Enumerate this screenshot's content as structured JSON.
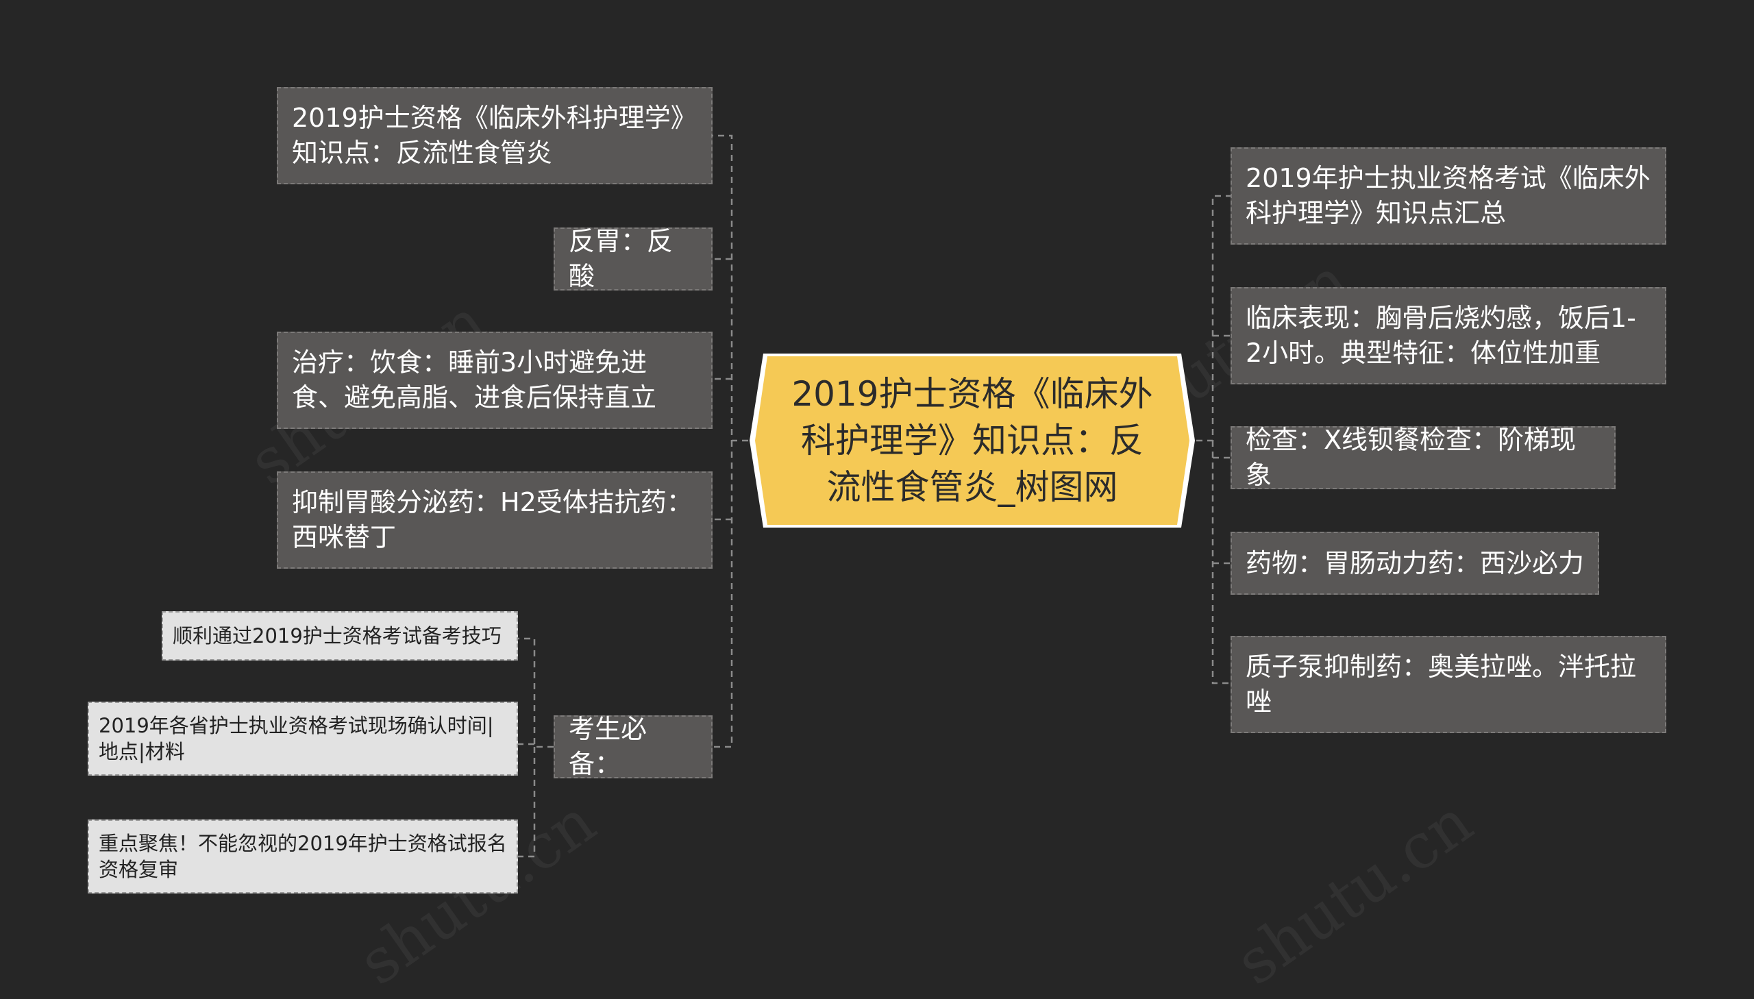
{
  "colors": {
    "background": "#262626",
    "center_fill": "#f5c955",
    "node_fill": "#595756",
    "leaf_fill": "#e2e2e2",
    "connector": "#8a8a8a"
  },
  "center": {
    "label": "2019护士资格《临床外科护理学》知识点：反流性食管炎_树图网"
  },
  "left_nodes": [
    {
      "label": "2019护士资格《临床外科护理学》知识点：反流性食管炎"
    },
    {
      "label": "反胃：反酸"
    },
    {
      "label": "治疗：饮食：睡前3小时避免进食、避免高脂、进食后保持直立"
    },
    {
      "label": "抑制胃酸分泌药：H2受体拮抗药：西咪替丁"
    },
    {
      "label": "考生必备："
    }
  ],
  "sub_nodes": [
    {
      "label": "顺利通过2019护士资格考试备考技巧"
    },
    {
      "label": "2019年各省护士执业资格考试现场确认时间|地点|材料"
    },
    {
      "label": "重点聚焦！不能忽视的2019年护士资格试报名资格复审"
    }
  ],
  "right_nodes": [
    {
      "label": "2019年护士执业资格考试《临床外科护理学》知识点汇总"
    },
    {
      "label": "临床表现：胸骨后烧灼感，饭后1-2小时。典型特征：体位性加重"
    },
    {
      "label": "检查：X线钡餐检查：阶梯现象"
    },
    {
      "label": "药物：胃肠动力药：西沙必力"
    },
    {
      "label": "质子泵抑制药：奥美拉唑。泮托拉唑"
    }
  ]
}
